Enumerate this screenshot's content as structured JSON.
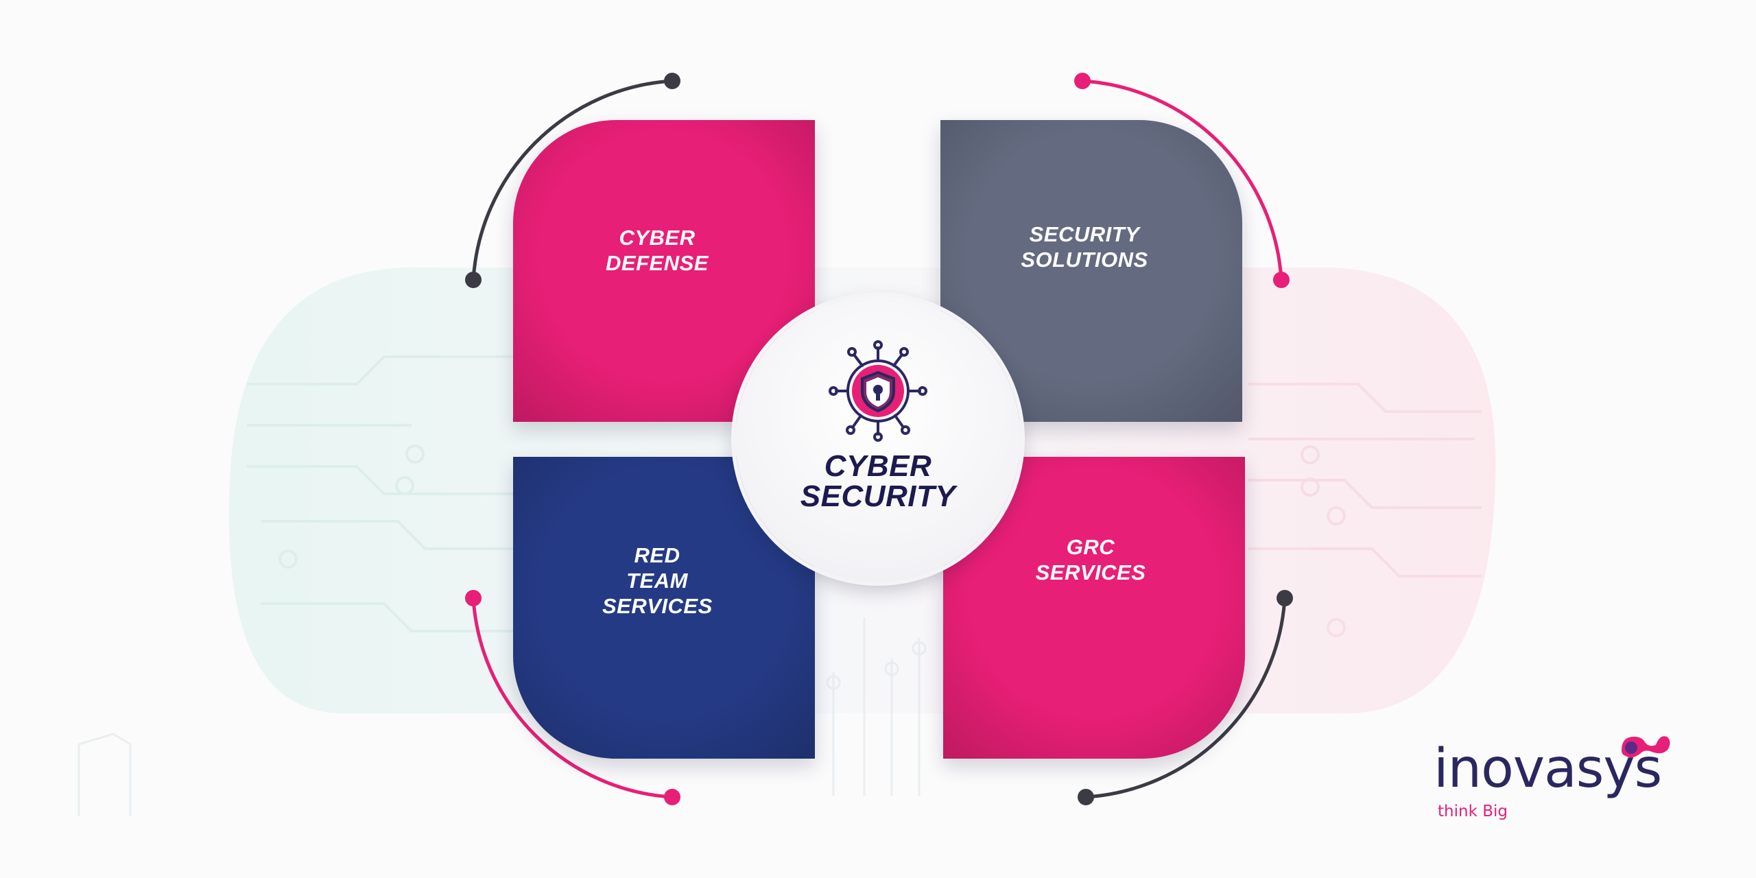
{
  "center": {
    "title": "CYBER SECURITY",
    "icon": "shield-lock-circuit-icon"
  },
  "quadrants": [
    {
      "id": "top-left",
      "label": "CYBER DEFENSE",
      "color": "#e81f76"
    },
    {
      "id": "top-right",
      "label": "SECURITY SOLUTIONS",
      "color": "#646b80"
    },
    {
      "id": "bottom-left",
      "label": "RED TEAM SERVICES",
      "color": "#243a84"
    },
    {
      "id": "bottom-right",
      "label": "GRC SERVICES",
      "color": "#e81f76"
    }
  ],
  "brand": {
    "name": "inovasys",
    "tagline": "think Big"
  },
  "colors": {
    "pink": "#e81f76",
    "navy": "#1d1a4e",
    "dark_gray": "#3b3b44"
  }
}
